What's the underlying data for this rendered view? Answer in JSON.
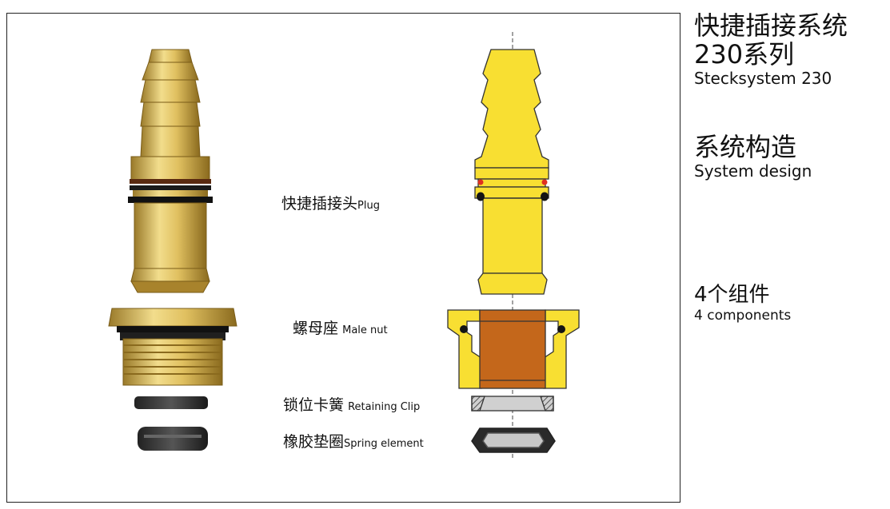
{
  "heading": {
    "title_cn": "快捷插接系统",
    "series_cn": "230系列",
    "series_en": "Stecksystem 230"
  },
  "design": {
    "title_cn": "系统构造",
    "title_en": "System design"
  },
  "components": {
    "title_cn": "4个组件",
    "title_en": "4 components"
  },
  "parts": [
    {
      "name_cn": "快捷插接头",
      "name_en": "Plug"
    },
    {
      "name_cn": "螺母座",
      "name_en": "Male nut"
    },
    {
      "name_cn": "锁位卡簧",
      "name_en": "Retaining Clip"
    },
    {
      "name_cn": "橡胶垫圈",
      "name_en": "Spring element"
    }
  ],
  "colors": {
    "brass": "#e2c46a",
    "yellow": "#f8df32",
    "copper": "#c4671b",
    "grey": "#c8c8c8",
    "black": "#141414",
    "red": "#e03020"
  }
}
